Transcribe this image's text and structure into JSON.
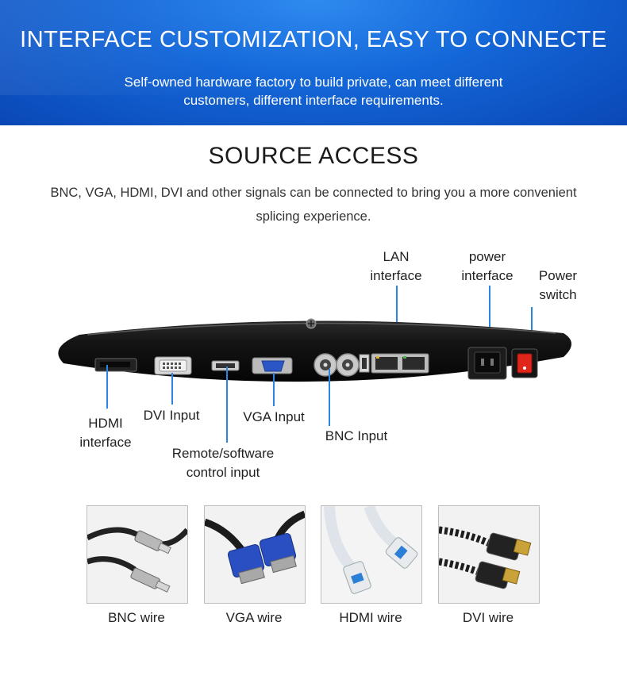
{
  "banner": {
    "title": "INTERFACE CUSTOMIZATION, EASY TO CONNECTE",
    "subtitle": "Self-owned hardware factory to build private, can meet different customers, different interface requirements."
  },
  "section": {
    "title": "SOURCE ACCESS",
    "description": "BNC, VGA, HDMI, DVI and other signals can be connected to bring you a more convenient splicing experience."
  },
  "callouts": {
    "lan": "LAN interface",
    "power_interface": "power interface",
    "power_switch": "Power switch",
    "hdmi": "HDMI interface",
    "dvi": "DVI Input",
    "remote": "Remote/software control input",
    "vga": "VGA Input",
    "bnc": "BNC Input"
  },
  "cables": [
    {
      "label": "BNC wire",
      "icon": "bnc-cable-icon"
    },
    {
      "label": "VGA wire",
      "icon": "vga-cable-icon"
    },
    {
      "label": "HDMI wire",
      "icon": "hdmi-cable-icon"
    },
    {
      "label": "DVI wire",
      "icon": "dvi-cable-icon"
    }
  ],
  "colors": {
    "banner_blue": "#1467d8",
    "leader_line": "#2a86e0",
    "device_body": "#111111",
    "power_switch": "#e0251b"
  }
}
